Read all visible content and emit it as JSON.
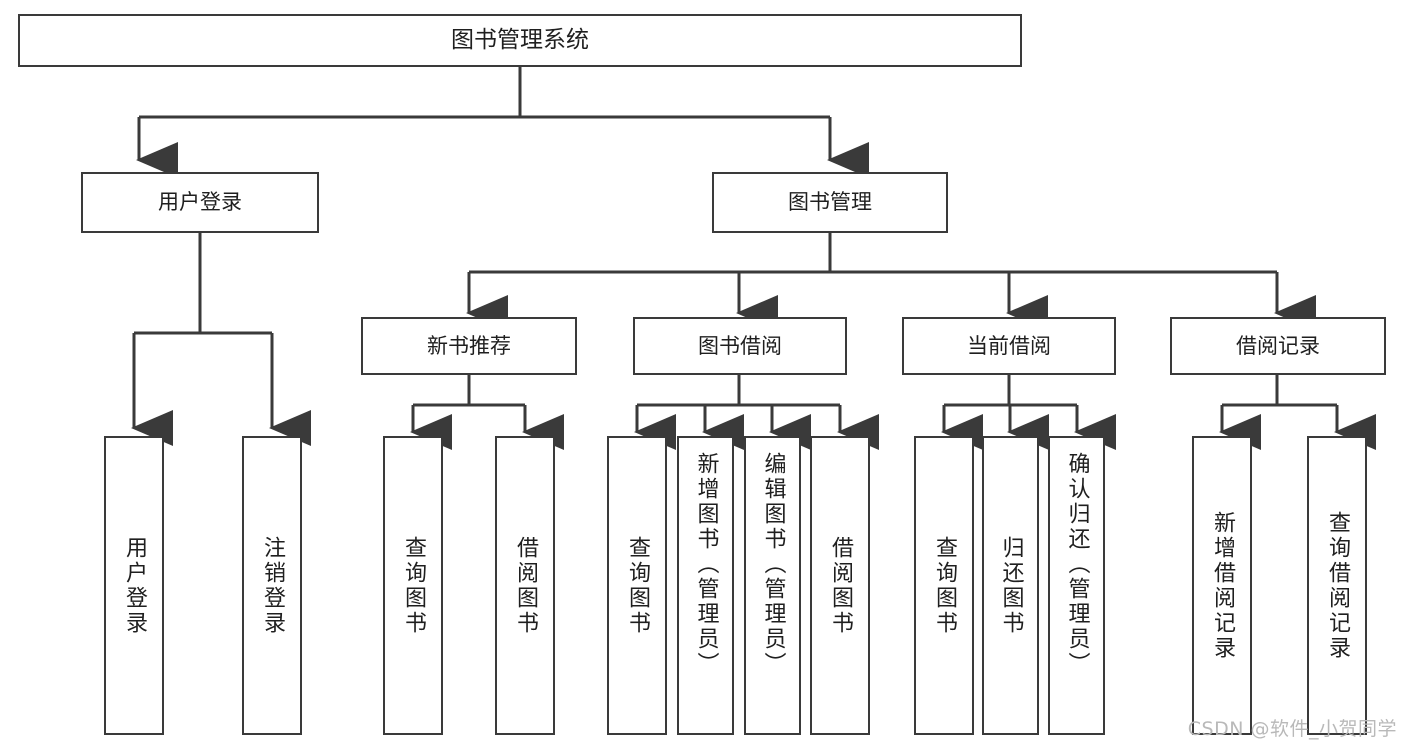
{
  "diagram": {
    "type": "tree",
    "title": "图书管理系统",
    "root": {
      "label": "图书管理系统"
    },
    "level1": [
      {
        "label": "用户登录"
      },
      {
        "label": "图书管理"
      }
    ],
    "level2": [
      {
        "label": "新书推荐"
      },
      {
        "label": "图书借阅"
      },
      {
        "label": "当前借阅"
      },
      {
        "label": "借阅记录"
      }
    ],
    "leaves": {
      "user_login": [
        {
          "label": "用户登录"
        },
        {
          "label": "注销登录"
        }
      ],
      "new_book_recommend": [
        {
          "label": "查询图书"
        },
        {
          "label": "借阅图书"
        }
      ],
      "book_borrow": [
        {
          "label": "查询图书"
        },
        {
          "label": "新增图书（管理员）"
        },
        {
          "label": "编辑图书（管理员）"
        },
        {
          "label": "借阅图书"
        }
      ],
      "current_borrow": [
        {
          "label": "查询图书"
        },
        {
          "label": "归还图书"
        },
        {
          "label": "确认归还（管理员）"
        }
      ],
      "borrow_record": [
        {
          "label": "新增借阅记录"
        },
        {
          "label": "查询借阅记录"
        }
      ]
    }
  },
  "watermark": {
    "text": "CSDN @软件_小贺同学"
  },
  "colors": {
    "stroke": "#3a3a3a",
    "background": "#ffffff",
    "text": "#1f1f1f",
    "watermark": "#b9b9b9"
  }
}
